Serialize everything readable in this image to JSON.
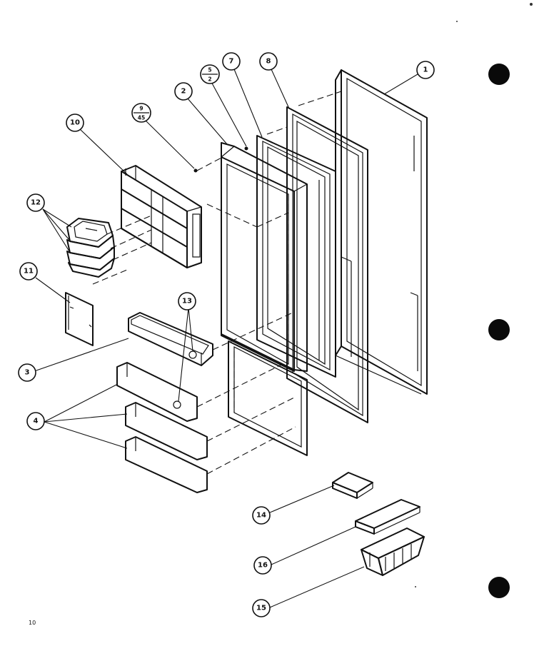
{
  "callouts": {
    "c1": "1",
    "c2": "2",
    "c3": "3",
    "c4": "4",
    "c7": "7",
    "c8": "8",
    "c10": "10",
    "c11": "11",
    "c12": "12",
    "c13": "13",
    "c14": "14",
    "c15": "15",
    "c16": "16",
    "c5_top": "5",
    "c5_bottom": "2",
    "c9_top": "9",
    "c9_bottom": "45"
  },
  "page_number": "10",
  "colors": {
    "ink": "#111111",
    "paper": "#ffffff",
    "punch_hole": "#0a0a0a"
  }
}
